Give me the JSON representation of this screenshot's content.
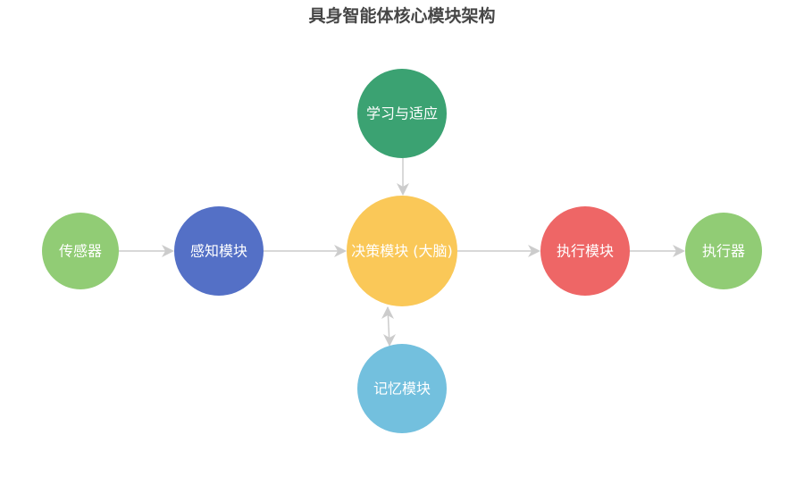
{
  "title": "具身智能体核心模块架构",
  "nodes": [
    {
      "id": "sensor",
      "label": "传感器",
      "color": "#91cc75"
    },
    {
      "id": "perception",
      "label": "感知模块",
      "color": "#5470c6"
    },
    {
      "id": "decision",
      "label": "决策模块 (大脑)",
      "color": "#fac858"
    },
    {
      "id": "execution",
      "label": "执行模块",
      "color": "#ee6666"
    },
    {
      "id": "actuator",
      "label": "执行器",
      "color": "#91cc75"
    },
    {
      "id": "learning",
      "label": "学习与适应",
      "color": "#3ba272"
    },
    {
      "id": "memory",
      "label": "记忆模块",
      "color": "#73c0de"
    }
  ],
  "edges": [
    {
      "from": "sensor",
      "to": "perception",
      "direction": "forward"
    },
    {
      "from": "perception",
      "to": "decision",
      "direction": "forward"
    },
    {
      "from": "decision",
      "to": "execution",
      "direction": "forward"
    },
    {
      "from": "execution",
      "to": "actuator",
      "direction": "forward"
    },
    {
      "from": "learning",
      "to": "decision",
      "direction": "forward"
    },
    {
      "from": "decision",
      "to": "memory",
      "direction": "both"
    }
  ],
  "edge_color": "#cccccc"
}
